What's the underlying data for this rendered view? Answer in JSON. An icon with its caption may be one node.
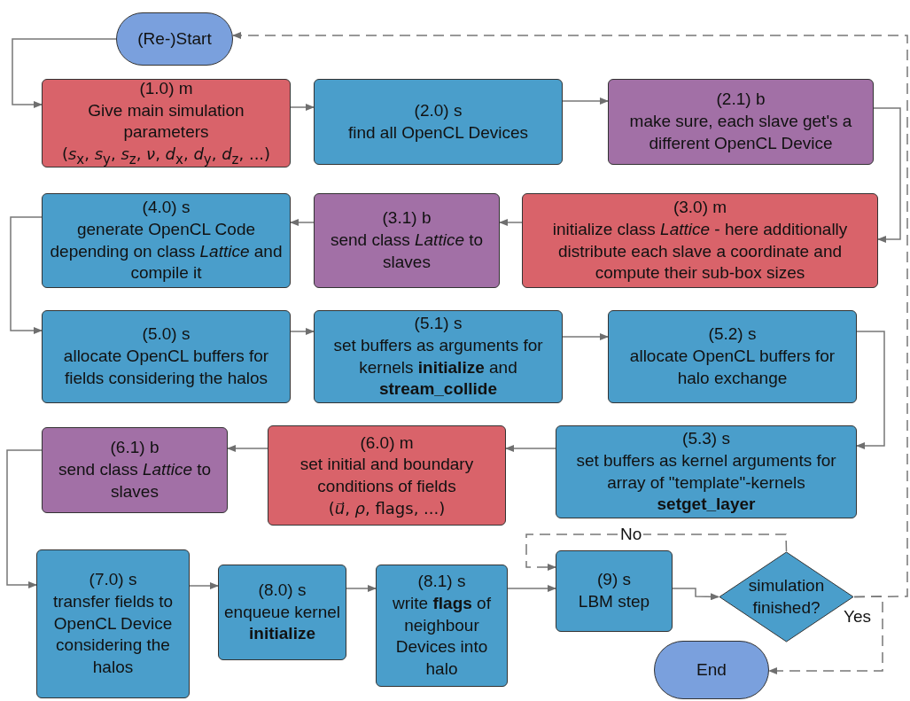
{
  "diagram": {
    "nodes": [
      {
        "text": [
          "(Re-)Start"
        ]
      },
      {
        "text": [
          "(1.0) m",
          "Give main simulation parameters",
          "(*s*$_{x}$, *s*$_{y}$, *s*$_{z}$, *ν*, *d*$_{x}$, *d*$_{y}$, *d*$_{z}$, ...)"
        ]
      },
      {
        "text": [
          "(2.0) s",
          "find all OpenCL Devices"
        ]
      },
      {
        "text": [
          "(2.1) b",
          "make sure, each slave get's a different OpenCL Device"
        ]
      },
      {
        "text": [
          "(3.0) m",
          "initialize class *Lattice* - here additionally distribute each slave a coordinate and compute their sub-box sizes"
        ]
      },
      {
        "text": [
          "(3.1) b",
          "send class *Lattice* to slaves"
        ]
      },
      {
        "text": [
          "(4.0) s",
          "generate OpenCL Code depending on class *Lattice* and compile it"
        ]
      },
      {
        "text": [
          "(5.0) s",
          "allocate OpenCL buffers for fields considering the halos"
        ]
      },
      {
        "text": [
          "(5.1) s",
          "set buffers as arguments for kernels **initialize** and **stream_collide**"
        ]
      },
      {
        "text": [
          "(5.2) s",
          "allocate OpenCL buffers for halo exchange"
        ]
      },
      {
        "text": [
          "(5.3) s",
          "set buffers as kernel arguments for array of \"template\"-kernels **setget_layer**"
        ]
      },
      {
        "text": [
          "(6.0) m",
          "set initial and boundary conditions of fields",
          "(*u⃗*, *ρ*, flags, ...)"
        ]
      },
      {
        "text": [
          "(6.1) b",
          "send class *Lattice* to slaves"
        ]
      },
      {
        "text": [
          "(7.0) s",
          "transfer fields to OpenCL Device considering the halos"
        ]
      },
      {
        "text": [
          "(8.0) s",
          "enqueue kernel **initialize**"
        ]
      },
      {
        "text": [
          "(8.1) s",
          "write **flags** of neighbour Devices into halo"
        ]
      },
      {
        "text": [
          "(9) s",
          "LBM step"
        ]
      },
      {
        "text": [
          "simulation finished?"
        ]
      },
      {
        "text": [
          "End"
        ]
      }
    ],
    "edges": [
      {
        "from": 0,
        "to": 1,
        "arrow": "to"
      },
      {
        "from": 1,
        "to": 2,
        "arrow": "to"
      },
      {
        "from": 2,
        "to": 3,
        "arrow": "to"
      },
      {
        "from": 3,
        "to": 4,
        "arrow": "to"
      },
      {
        "from": 4,
        "to": 5,
        "arrow": "to"
      },
      {
        "from": 5,
        "to": 6,
        "arrow": "to"
      },
      {
        "from": 6,
        "to": 7,
        "arrow": "to"
      },
      {
        "from": 7,
        "to": 8,
        "arrow": "to"
      },
      {
        "from": 8,
        "to": 9,
        "arrow": "to"
      },
      {
        "from": 9,
        "to": 10,
        "arrow": "to"
      },
      {
        "from": 10,
        "to": 11,
        "arrow": "to"
      },
      {
        "from": 11,
        "to": 12,
        "arrow": "to"
      },
      {
        "from": 12,
        "to": 13,
        "arrow": "to"
      },
      {
        "from": 13,
        "to": 14,
        "arrow": "to"
      },
      {
        "from": 14,
        "to": 15,
        "arrow": "to"
      },
      {
        "from": 15,
        "to": 16,
        "arrow": "to"
      },
      {
        "from": 16,
        "to": 17,
        "arrow": "to"
      },
      {
        "from": 17,
        "to": 16,
        "arrow": "to",
        "label": "No",
        "style": "dashed"
      },
      {
        "from": 17,
        "to": 18,
        "arrow": "to",
        "label": "Yes",
        "style": "dashed"
      },
      {
        "from": 17,
        "to": 0,
        "arrow": "to",
        "style": "dashed"
      }
    ]
  }
}
